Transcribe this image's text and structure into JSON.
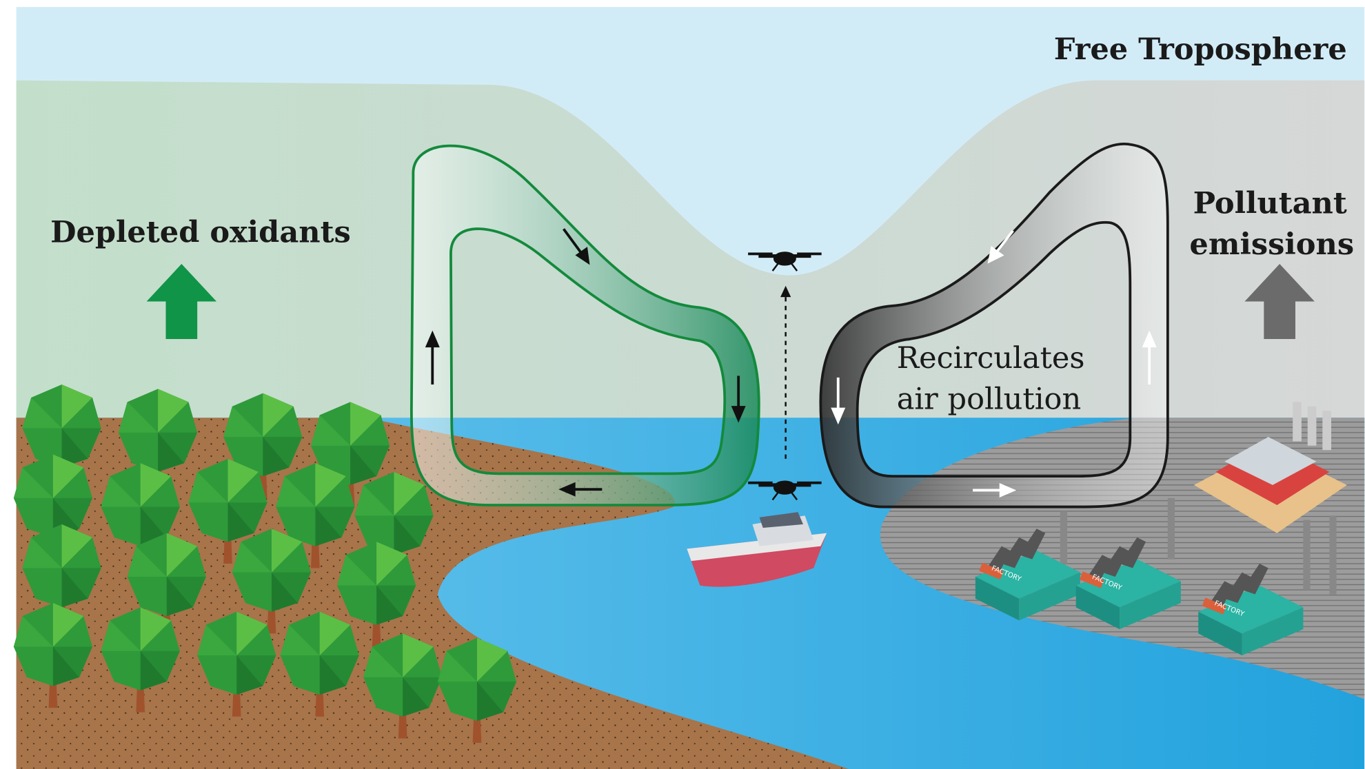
{
  "labels": {
    "free_troposphere": "Free Troposphere",
    "depleted_oxidants": "Depleted oxidants",
    "pollutant_emissions_line1": "Pollutant",
    "pollutant_emissions_line2": "emissions",
    "recirculates_line1": "Recirculates",
    "recirculates_line2": "air pollution",
    "factory_sign": "FACTORY"
  },
  "colors": {
    "sky": "#d2ecf7",
    "boundary_green": "#c3dfcb",
    "boundary_grey": "#d4d6d6",
    "water": "#4cb6e5",
    "land_left": "#a8744a",
    "land_right": "#9c9c9c",
    "green_arrow": "#109447",
    "grey_arrow": "#6b6b6b",
    "green_loop": "#138a3c",
    "black_loop": "#1a1a1a"
  },
  "icons": [
    "up-arrow-green",
    "up-arrow-grey",
    "drone",
    "boat",
    "tree",
    "factory"
  ]
}
